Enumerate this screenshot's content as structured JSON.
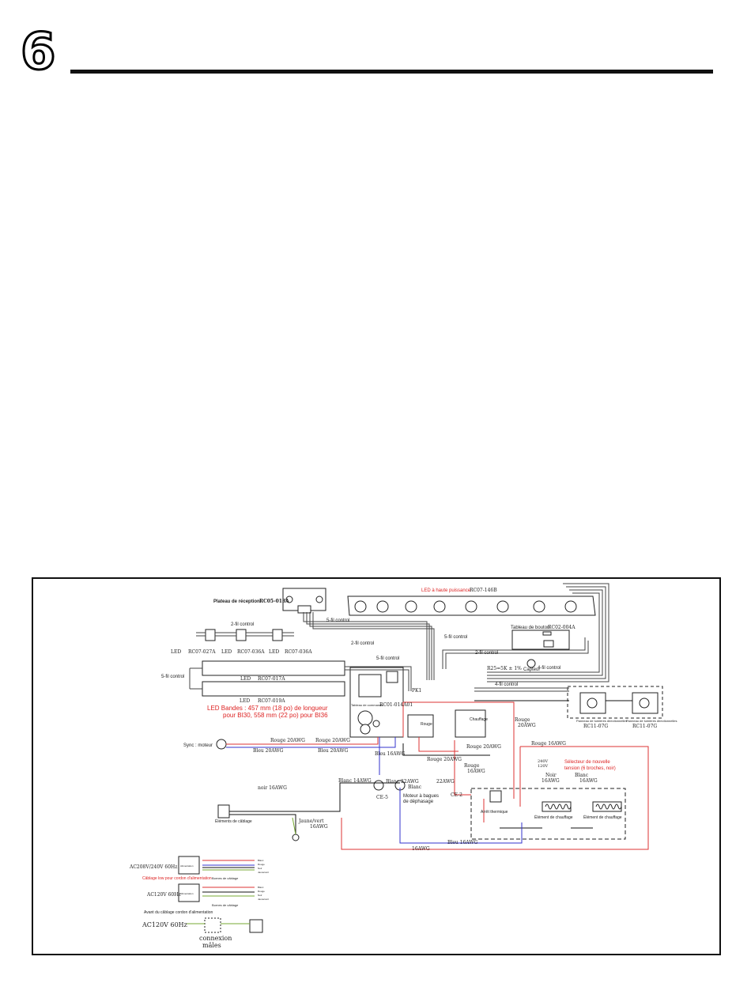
{
  "page": {
    "number": "6"
  },
  "diagram": {
    "reception_plate": {
      "label": "Plateau de réception",
      "part": "RC05-013A"
    },
    "led_power": {
      "label": "LED à haute puissance",
      "part": "RC07-146B"
    },
    "button_board": {
      "label": "Tableau de bouton",
      "part": "RC02-004A"
    },
    "wire5_top": "5-fil control",
    "wire5_b": "5-fil control",
    "wire2_top": "2-fil control",
    "wire2_mid": "2-fil control",
    "wire2_b": "2-fil control",
    "wire4_a": "4-fil control",
    "wire4_b": "4-fil control",
    "wire5_left": "5-fil control",
    "wire5_mid": "5-fil control",
    "led_a": "LED",
    "led_b": "LED",
    "led_c": "LED",
    "part_027a": "RC07-027A",
    "part_036a_1": "RC07-036A",
    "part_036a_2": "RC07-036A",
    "led_strip1": {
      "label": "LED",
      "part": "RC07-017A"
    },
    "led_strip2": {
      "label": "LED",
      "part": "RC07-019A"
    },
    "led_bands_line1": "LED Bandes : 457 mm (18 po) de longueur",
    "led_bands_line2": "pour BI30, 558 mm (22 po) pour BI36",
    "r25": "R25=5K ± 1%",
    "sensor": "Capteur",
    "control_board": {
      "title": "Tableau de commande",
      "part": "RC01-014A01"
    },
    "pk1": "PK1",
    "relay_label": "Rouge",
    "heating": "Chauffage",
    "directional_1": {
      "label": "Panneau de lumières directionnelles",
      "part": "RC11-07G"
    },
    "directional_2": {
      "label": "Panneau de lumières directionnelles",
      "part": "RC11-07G"
    },
    "sync_motor": "Sync : moteur",
    "rouge20_a": "Rouge 20AWG",
    "rouge20_b": "Rouge 20AWG",
    "bleu20_a": "Bleu 20AWG",
    "bleu20_b": "Bleu 20AWG",
    "bleu16": "Bleu 16AWG",
    "rouge20_c": "Rouge 20AWG",
    "rouge20_d": "Rouge 20AWG",
    "rouge16": "Rouge 16AWG",
    "rouge_20awg_stack": [
      "Rouge",
      "20AWG"
    ],
    "rouge_16awg_stack": [
      "Rouge",
      "16AWG"
    ],
    "ce5": "CE-5",
    "ce2": "CE-2",
    "blanc22": "Blanc 22AWG",
    "awg22": "22AWG",
    "blanc": "Blanc",
    "blanc14": "Blanc 14AWG",
    "motor_phase": [
      "Moteur à bagues",
      "de déphasage"
    ],
    "noir16": "noir 16AWG",
    "jaune_vert": [
      "Jaune/vert",
      "16AWG"
    ],
    "wiring_elements": "Éléments de câblage",
    "selector": [
      "Sélecteur de nouvelle",
      "tension (6 broches, noir)"
    ],
    "v240": "240V",
    "v120": "120V",
    "noir_sel": [
      "Noir",
      "16AWG"
    ],
    "blanc_sel": [
      "Blanc",
      "16AWG"
    ],
    "thermal_stop": "Arrêt thermique",
    "heater1": "Élément de chauffage",
    "heater2": "Élément de chauffage",
    "bleu16_bottom": "Bleu 16AWG",
    "awg16_bottom": "16AWG",
    "ac208": "AC208V/240V 60Hz",
    "power_supply_1": "Alimentation",
    "terminal_1": "Bornes de câblage",
    "wires_1": [
      "Blanc",
      "Rouge",
      "Noir",
      "Jaune/vert"
    ],
    "cord_title": "Câblage low pour cordon d'alimentation",
    "ac120": "AC120V 60Hz",
    "power_supply_2": "Alimentation",
    "terminal_2": "Bornes de câblage",
    "wires_2": [
      "Blanc",
      "Rouge",
      "Noir",
      "Jaune/vert"
    ],
    "front_title": "Avant du câblage cordon d'alimentation",
    "ac120_b": "AC120V 60Hz",
    "connexion": [
      "connexion",
      "mâles"
    ]
  }
}
